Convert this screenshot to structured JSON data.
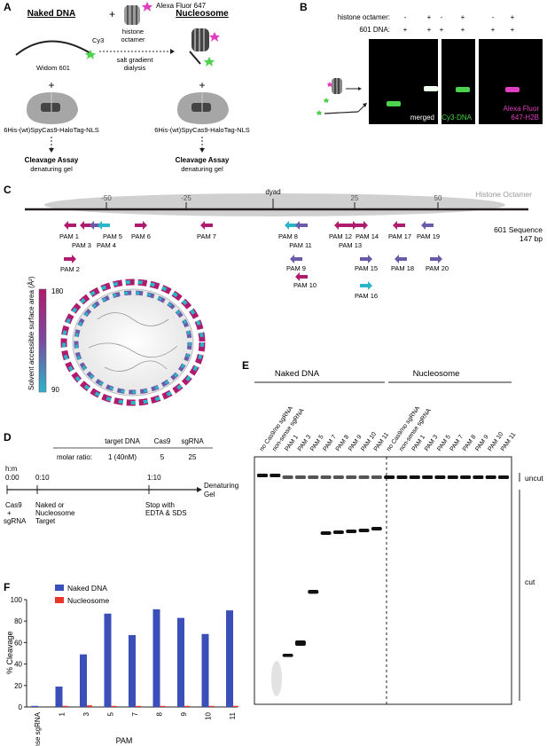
{
  "panels": {
    "a": "A",
    "b": "B",
    "c": "C",
    "d": "D",
    "e": "E",
    "f": "F"
  },
  "colors": {
    "magenta": "#b01c6d",
    "purple": "#6a5aa8",
    "teal": "#2bb5c8",
    "green": "#4cd24c",
    "pink": "#e040c0",
    "blue": "#3a4fb8",
    "red": "#e8362a",
    "octamer": "#d0d0d0"
  },
  "panelA": {
    "naked_dna_title": "Naked DNA",
    "nucleosome_title": "Nucleosome",
    "cy3": "Cy3",
    "widom": "Widom 601",
    "alexa": "Alexa Fluor 647",
    "histone_octamer": [
      "histone",
      "octamer"
    ],
    "salt_dialysis": [
      "salt gradient",
      "dialysis"
    ],
    "cas9_label": "6His-(wt)SpyCas9-HaloTag-NLS",
    "cleavage": "Cleavage Assay",
    "gel": "denaturing gel",
    "plus": "+"
  },
  "panelB": {
    "row1_label": "histone octamer:",
    "row2_label": "601 DNA:",
    "row1_signs": [
      "-",
      "+",
      "-",
      "+",
      "-",
      "+"
    ],
    "row2_signs": [
      "+",
      "+",
      "+",
      "+",
      "+",
      "+"
    ],
    "gel_labels": [
      "merged",
      "Cy3-DNA",
      "Alexa Fluor",
      "647-H2B"
    ]
  },
  "panelC": {
    "ticks": [
      "-50",
      "-25",
      "dyad",
      "25",
      "50"
    ],
    "octamer_label": "Histone Octamer",
    "sequence_label": [
      "601 Sequence",
      "147 bp"
    ],
    "pams": [
      "PAM 1",
      "PAM 3",
      "PAM 4",
      "PAM 5",
      "PAM 6",
      "PAM 2",
      "PAM 7",
      "PAM 8",
      "PAM 11",
      "PAM 9",
      "PAM 10",
      "PAM 12",
      "PAM 13",
      "PAM 14",
      "PAM 15",
      "PAM 16",
      "PAM 17",
      "PAM 18",
      "PAM 19",
      "PAM 20"
    ],
    "sasa_title": "Solvent accessible surface area (Å²)",
    "sasa_max": "180",
    "sasa_min": "90"
  },
  "panelD": {
    "headers": [
      "target DNA",
      "Cas9",
      "sgRNA"
    ],
    "ratio_label": "molar ratio:",
    "ratio_values": [
      "1 (40nM)",
      "5",
      "25"
    ],
    "hm": "h:m",
    "times": [
      "0:00",
      "0:10",
      "1:10"
    ],
    "end_label": [
      "Denaturing",
      "Gel"
    ],
    "step1": [
      "Cas9",
      "+",
      "sgRNA"
    ],
    "step2": [
      "Naked or",
      "Nucleosome",
      "Target"
    ],
    "step3": [
      "Stop with",
      "EDTA & SDS"
    ]
  },
  "panelE": {
    "naked_label": "Naked DNA",
    "nucleosome_label": "Nucleosome",
    "lanes": [
      "no Cas9/no sgRNA",
      "non-sense sgRNA",
      "PAM 1",
      "PAM 3",
      "PAM 5",
      "PAM 7",
      "PAM 8",
      "PAM 9",
      "PAM 10",
      "PAM 11",
      "no Cas9/no sgRNA",
      "non-sense sgRNA",
      "PAM 1",
      "PAM 3",
      "PAM 5",
      "PAM 7",
      "PAM 8",
      "PAM 9",
      "PAM 10",
      "PAM 11"
    ],
    "uncut": "uncut",
    "cut": "cut"
  },
  "chart_data": {
    "type": "bar",
    "categories": [
      "non-sense sgRNA",
      "1",
      "3",
      "5",
      "7",
      "8",
      "9",
      "10",
      "11"
    ],
    "series": [
      {
        "name": "Naked DNA",
        "values": [
          1,
          19,
          49,
          87,
          67,
          91,
          83,
          68,
          90
        ]
      },
      {
        "name": "Nucleosome",
        "values": [
          0,
          1,
          1.5,
          1,
          1,
          1,
          1,
          1,
          1
        ]
      }
    ],
    "xlabel": "PAM",
    "ylabel": "% Cleavage",
    "ylim": [
      0,
      100
    ],
    "yticks": [
      "0",
      "20",
      "40",
      "60",
      "80",
      "100"
    ],
    "legend": "top-left"
  }
}
